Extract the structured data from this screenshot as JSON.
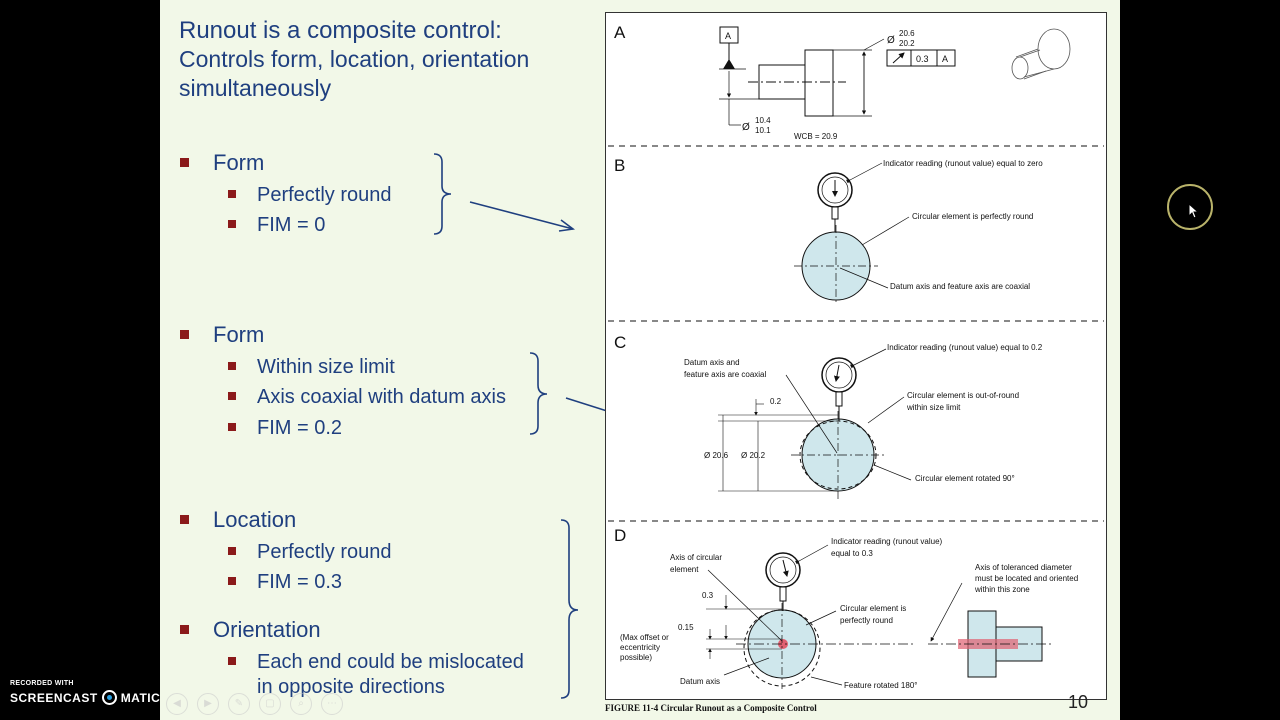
{
  "slide": {
    "title_line1": "Runout is a composite control:",
    "title_line2": "Controls form, location, orientation",
    "title_line3": "simultaneously",
    "sections": [
      {
        "heading": "Form",
        "items": [
          "Perfectly round",
          "FIM = 0"
        ]
      },
      {
        "heading": "Form",
        "items": [
          "Within size limit",
          "Axis coaxial with datum axis",
          "FIM = 0.2"
        ]
      },
      {
        "heading": "Location",
        "items": [
          "Perfectly round",
          "FIM = 0.3"
        ]
      },
      {
        "heading": "Orientation",
        "items": [
          "Each end could be mislocated",
          "in opposite directions"
        ]
      }
    ],
    "page_number": "10"
  },
  "figure": {
    "caption": "FIGURE 11-4  Circular Runout as a Composite Control",
    "panel_a": {
      "label": "A",
      "datum": "A",
      "dia_upper": "20.6",
      "dia_lower": "20.2",
      "fcf_tol": "0.3",
      "fcf_datum": "A",
      "small_upper": "10.4",
      "small_lower": "10.1",
      "wcb": "WCB = 20.9",
      "dia_symbol": "Ø"
    },
    "panel_b": {
      "label": "B",
      "note1": "Indicator reading (runout value) equal to zero",
      "note2": "Circular element is perfectly round",
      "note3": "Datum axis and feature axis are coaxial"
    },
    "panel_c": {
      "label": "C",
      "note1": "Indicator reading (runout value) equal to 0.2",
      "note2a": "Datum axis and",
      "note2b": "feature axis are coaxial",
      "note3a": "Circular element is out-of-round",
      "note3b": "within size limit",
      "note4": "Circular element rotated 90°",
      "dim1": "0.2",
      "dim2": "Ø 20.6",
      "dim3": "Ø 20.2"
    },
    "panel_d": {
      "label": "D",
      "note1a": "Indicator reading (runout value)",
      "note1b": "equal to 0.3",
      "note2a": "Axis of circular",
      "note2b": "element",
      "note3a": "Axis of toleranced diameter",
      "note3b": "must be located and oriented",
      "note3c": "within this zone",
      "note4a": "Circular element is",
      "note4b": "perfectly round",
      "note5a": "(Max offset or",
      "note5b": "eccentricity",
      "note5c": "possible)",
      "note6": "Datum axis",
      "note7": "Feature rotated 180°",
      "dim1": "0.3",
      "dim2": "0.15"
    }
  },
  "watermark": {
    "line1": "RECORDED WITH",
    "brand_left": "SCREENCAST",
    "brand_right": "MATIC"
  },
  "colors": {
    "slide_bg": "#f2f8e8",
    "text": "#1f3f7f",
    "bullet": "#8b1a1a",
    "disc": "#cfe7ec",
    "zone": "#e06070"
  }
}
